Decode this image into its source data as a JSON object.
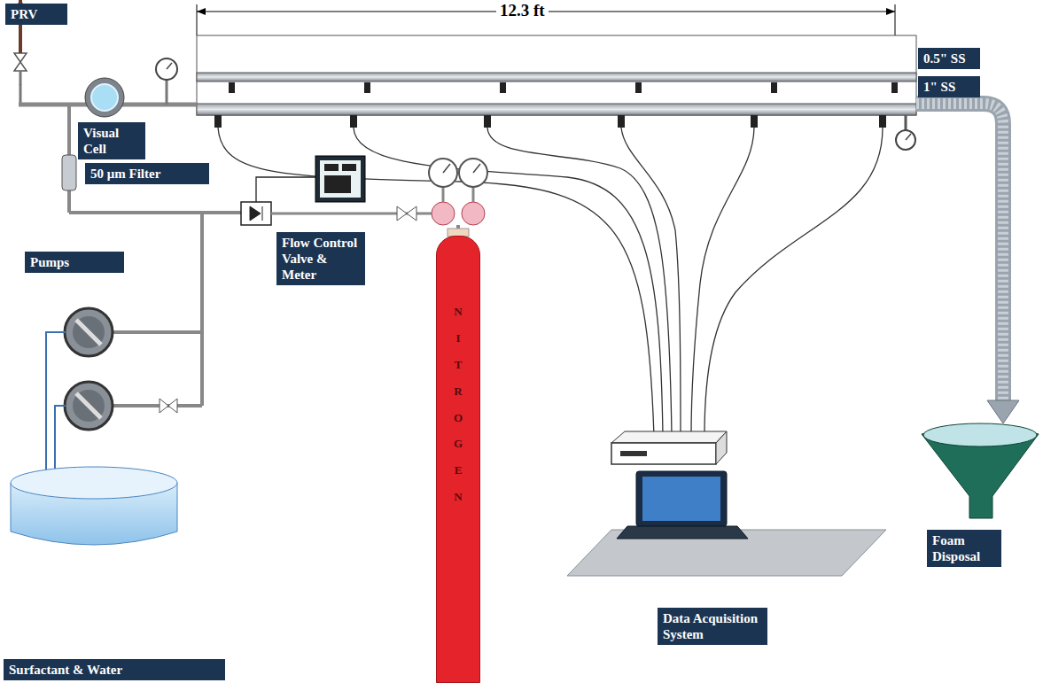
{
  "diagram": {
    "nodes": [
      {
        "text": [
          "PRV"
        ]
      },
      {
        "text": [
          "0.5\" SS"
        ]
      },
      {
        "text": [
          "1\" SS"
        ]
      },
      {
        "text": [
          "Visual Cell"
        ]
      },
      {
        "text": [
          "50 μm Filter"
        ]
      },
      {
        "text": [
          "Pumps"
        ]
      },
      {
        "text": [
          "Flow Control Valve & Meter"
        ]
      },
      {
        "text": [
          "NITROGEN"
        ]
      },
      {
        "text": [
          "Data Acquisition System"
        ]
      },
      {
        "text": [
          "Foam Disposal"
        ]
      },
      {
        "text": [
          "Surfactant & Water"
        ]
      }
    ],
    "labels": [
      "12.3 ft"
    ]
  }
}
